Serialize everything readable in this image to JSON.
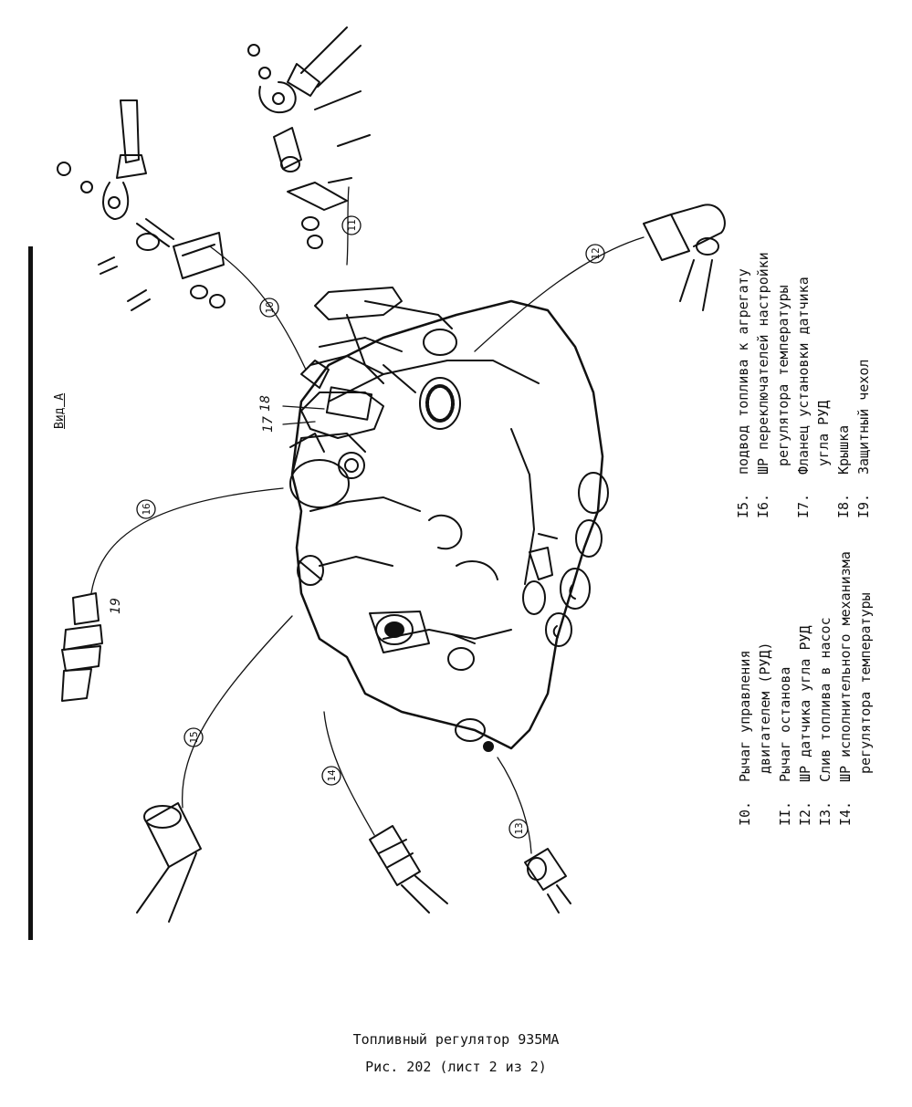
{
  "figure": {
    "view_label": "Вид А",
    "callouts": {
      "c10": "10",
      "c11": "11",
      "c12": "12",
      "c13": "13",
      "c14": "14",
      "c15": "15",
      "c16": "16",
      "c17": "17",
      "c18": "18",
      "c19": "19"
    }
  },
  "legend": {
    "left": [
      {
        "num": "I0.",
        "text": "Рычаг управления\n двигателем (РУД)"
      },
      {
        "num": "II.",
        "text": "Рычаг останова"
      },
      {
        "num": "I2.",
        "text": "ШР датчика угла РУД"
      },
      {
        "num": "I3.",
        "text": "Слив топлива в насос"
      },
      {
        "num": "I4.",
        "text": "ШР исполнительного механизма\n регулятора температуры"
      }
    ],
    "right": [
      {
        "num": "I5.",
        "text": "подвод топлива к агрегату"
      },
      {
        "num": "I6.",
        "text": "ШР переключателей настройки\n регулятора температуры"
      },
      {
        "num": "I7.",
        "text": "Фланец установки датчика\n угла РУД"
      },
      {
        "num": "I8.",
        "text": "Крышка"
      },
      {
        "num": "I9.",
        "text": "Защитный чехол"
      }
    ]
  },
  "caption": {
    "title": "Топливный регулятор 935МА",
    "sheet": "Рис. 202 (лист 2 из 2)"
  }
}
